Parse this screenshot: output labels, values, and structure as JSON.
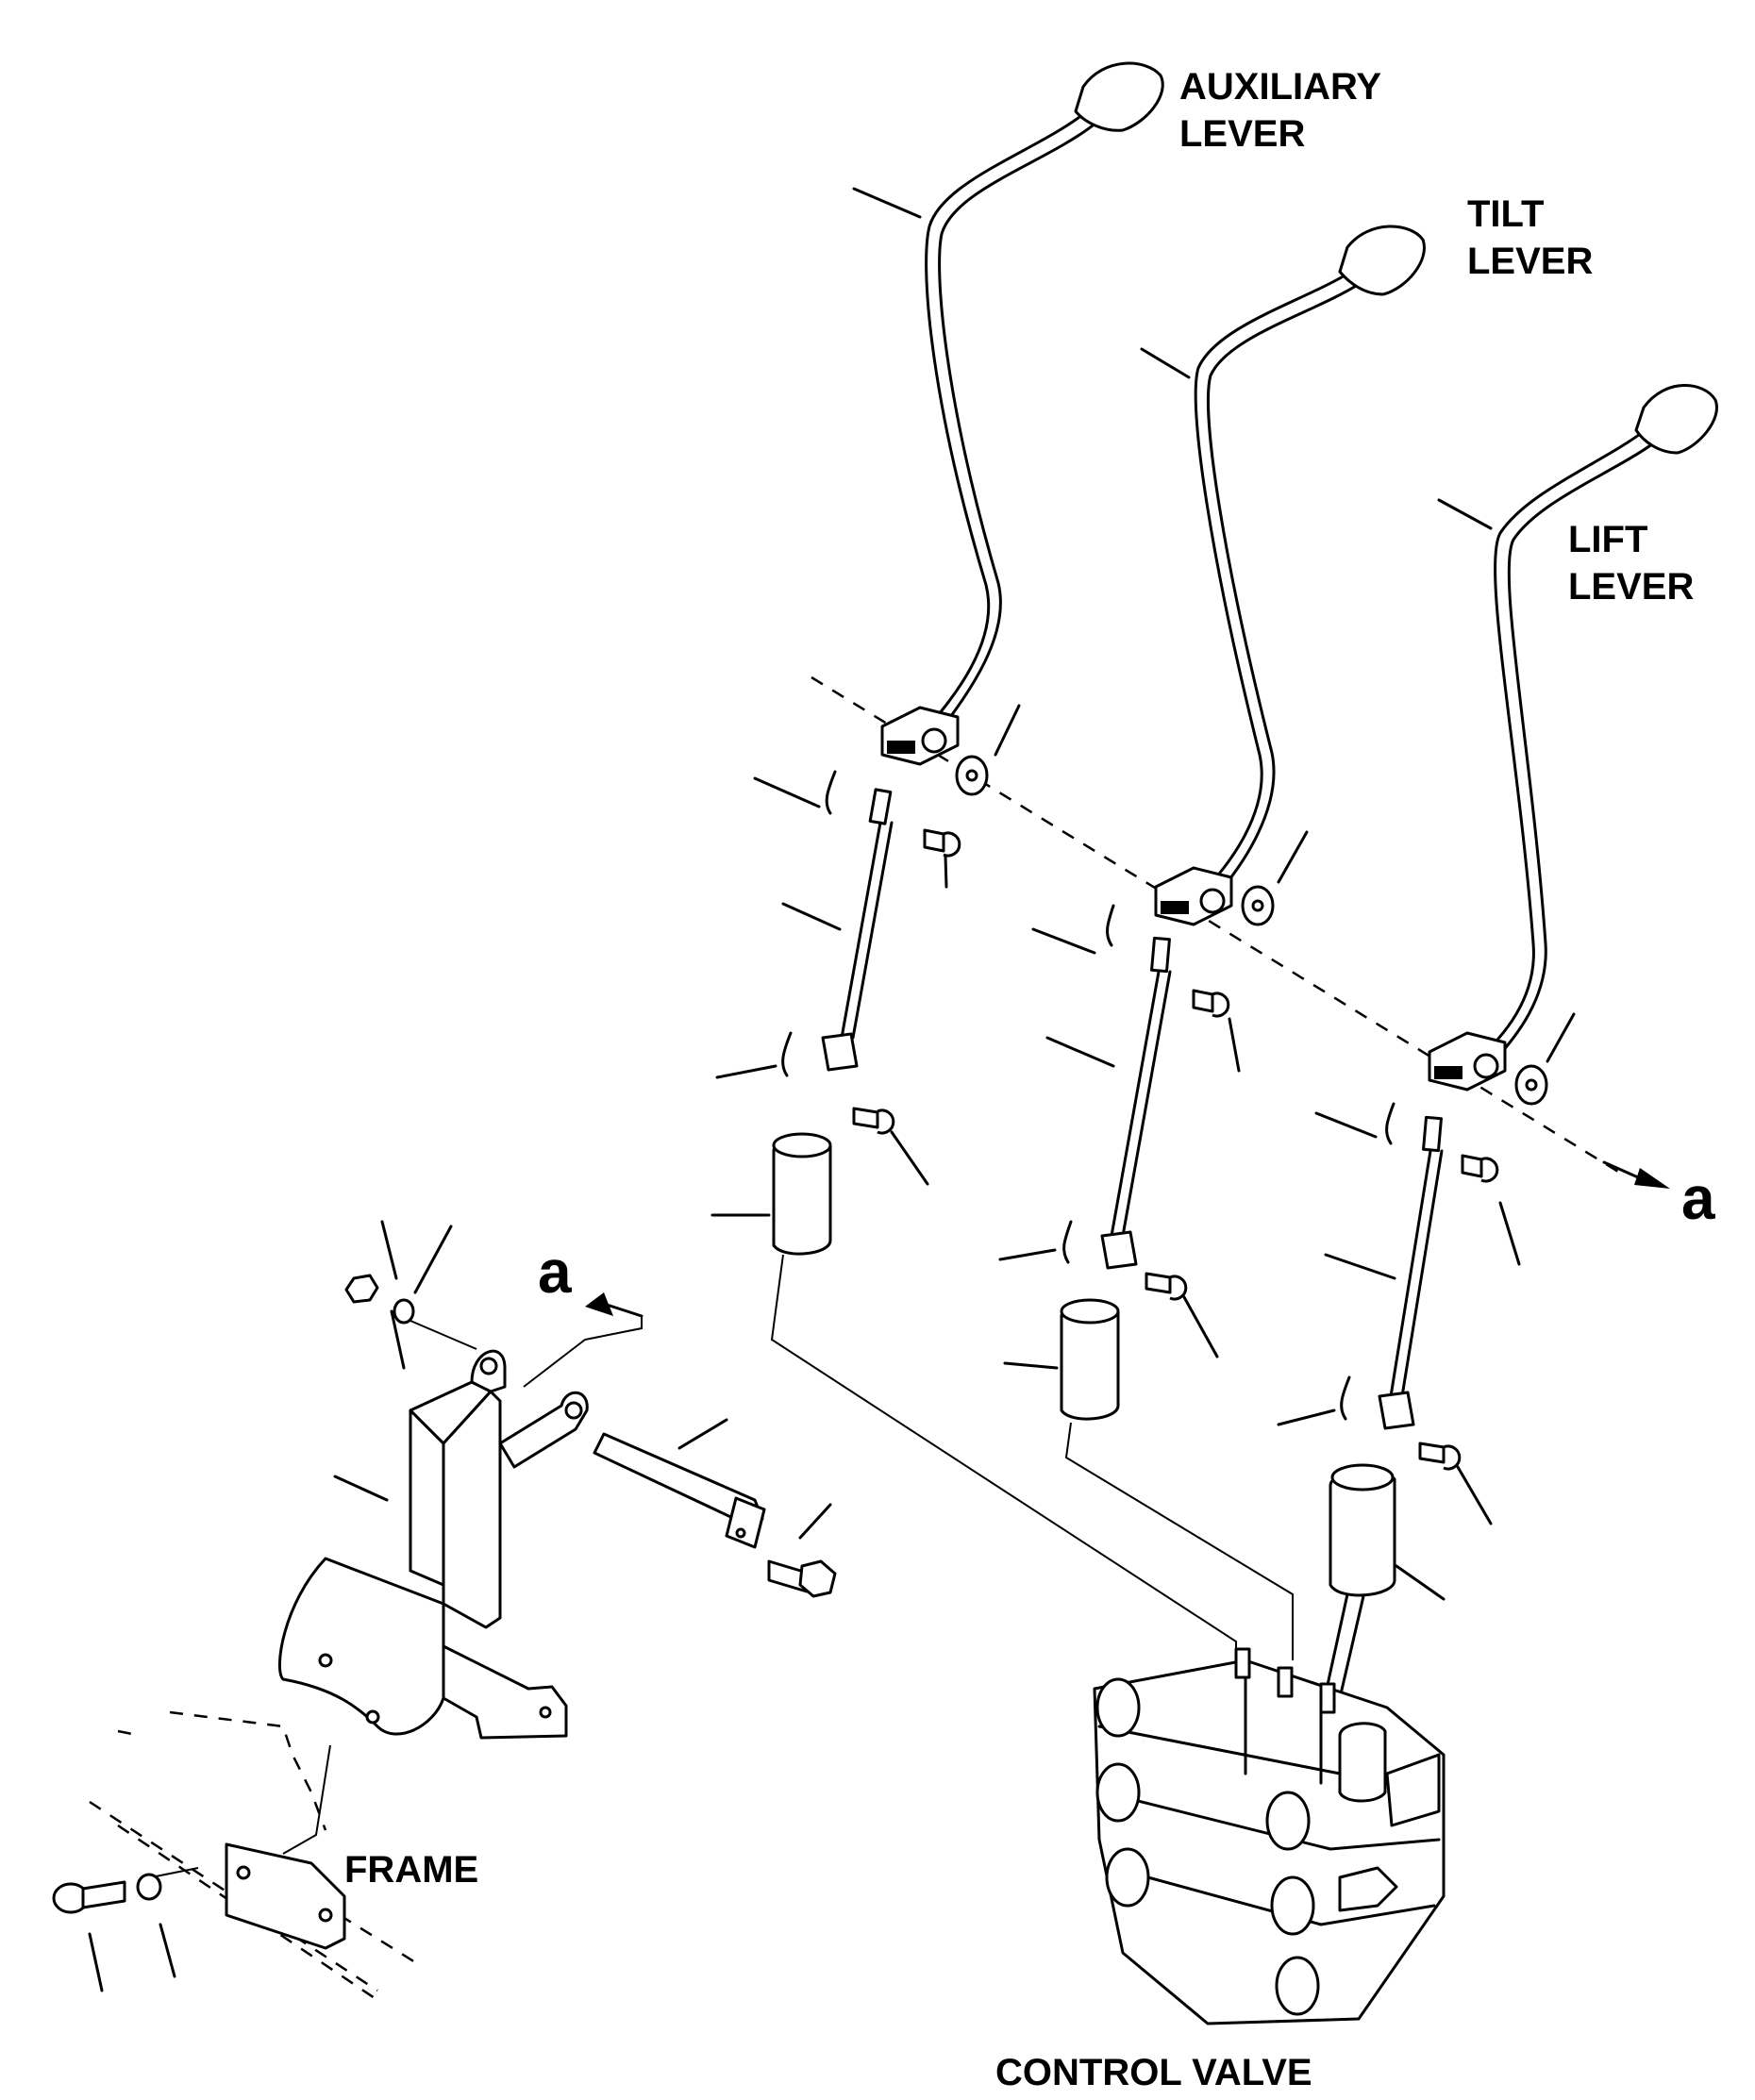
{
  "labels": {
    "auxiliary_lever_1": "AUXILIARY",
    "auxiliary_lever_2": "LEVER",
    "tilt_lever_1": "TILT",
    "tilt_lever_2": "LEVER",
    "lift_lever_1": "LIFT",
    "lift_lever_2": "LEVER",
    "frame": "FRAME",
    "control_valve": "CONTROL VALVE",
    "ref_a_right": "a",
    "ref_a_left": "a"
  }
}
